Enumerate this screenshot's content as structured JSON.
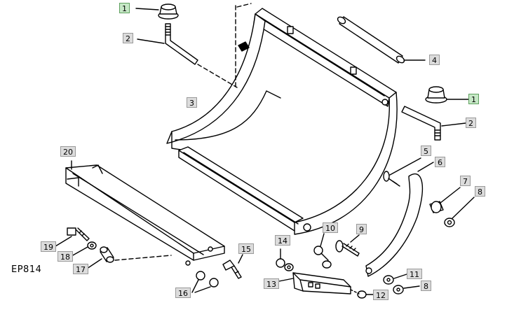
{
  "figure_code": "EP814",
  "part_numbers": {
    "p1a": "1",
    "p1b": "1",
    "p2a": "2",
    "p2b": "2",
    "p3": "3",
    "p4": "4",
    "p5": "5",
    "p6": "6",
    "p7": "7",
    "p8a": "8",
    "p8b": "8",
    "p9": "9",
    "p10": "10",
    "p11": "11",
    "p12": "12",
    "p13": "13",
    "p14": "14",
    "p15": "15",
    "p16": "16",
    "p17": "17",
    "p18": "18",
    "p19": "19",
    "p20": "20"
  },
  "highlighted_parts": [
    "1"
  ],
  "colors": {
    "highlight_fill": "#c6e8c6",
    "label_fill": "#dcdcdc",
    "line": "#000000"
  }
}
